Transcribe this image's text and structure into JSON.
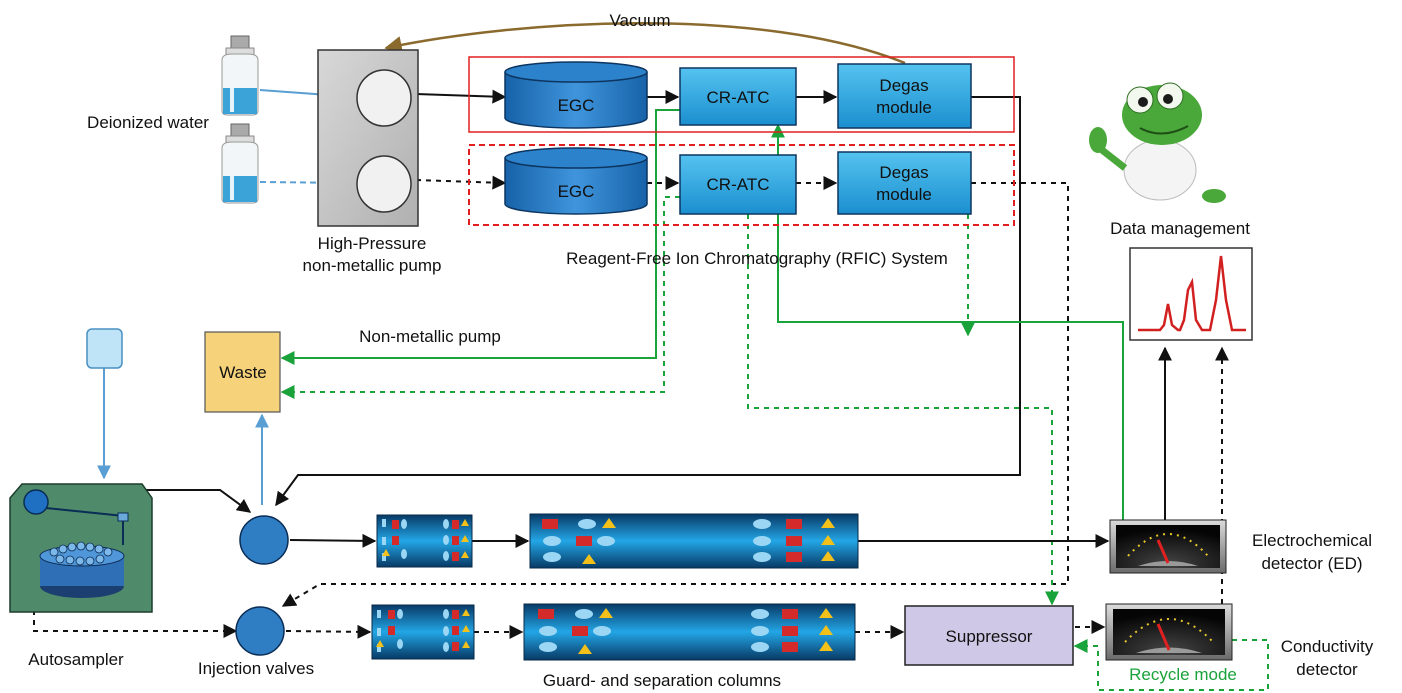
{
  "labels": {
    "vacuum": "Vacuum",
    "deionized_water": "Deionized water",
    "pump_line1": "High-Pressure",
    "pump_line2": "non-metallic pump",
    "egc": "EGC",
    "cr_atc": "CR-ATC",
    "degas_line1": "Degas",
    "degas_line2": "module",
    "rfic_system": "Reagent-Free Ion Chromatography (RFIC) System",
    "data_management": "Data management",
    "non_metallic_pump": "Non-metallic pump",
    "waste": "Waste",
    "autosampler": "Autosampler",
    "injection_valves": "Injection valves",
    "columns": "Guard- and separation columns",
    "suppressor": "Suppressor",
    "ed_line1": "Electrochemical",
    "ed_line2": "detector (ED)",
    "recycle_mode": "Recycle mode",
    "cd_line1": "Conductivity",
    "cd_line2": "detector"
  },
  "colors": {
    "black_flow": "#111111",
    "green_flow": "#1aa33a",
    "blue_flow": "#5a9fd4",
    "vacuum_line": "#8b6a2e",
    "rfic_frame": "#e02020",
    "module_fill": "#29abe2",
    "egc_fill": "#1f78c8",
    "waste_fill": "#f6d27a",
    "suppressor_fill": "#cfc8e6",
    "autosampler_fill": "#4f8a6a",
    "valve_fill": "#2f7dc3",
    "column_fill": "#0a78b8",
    "chrom_trace": "#d22020",
    "recycle_text": "#1aa33a"
  }
}
